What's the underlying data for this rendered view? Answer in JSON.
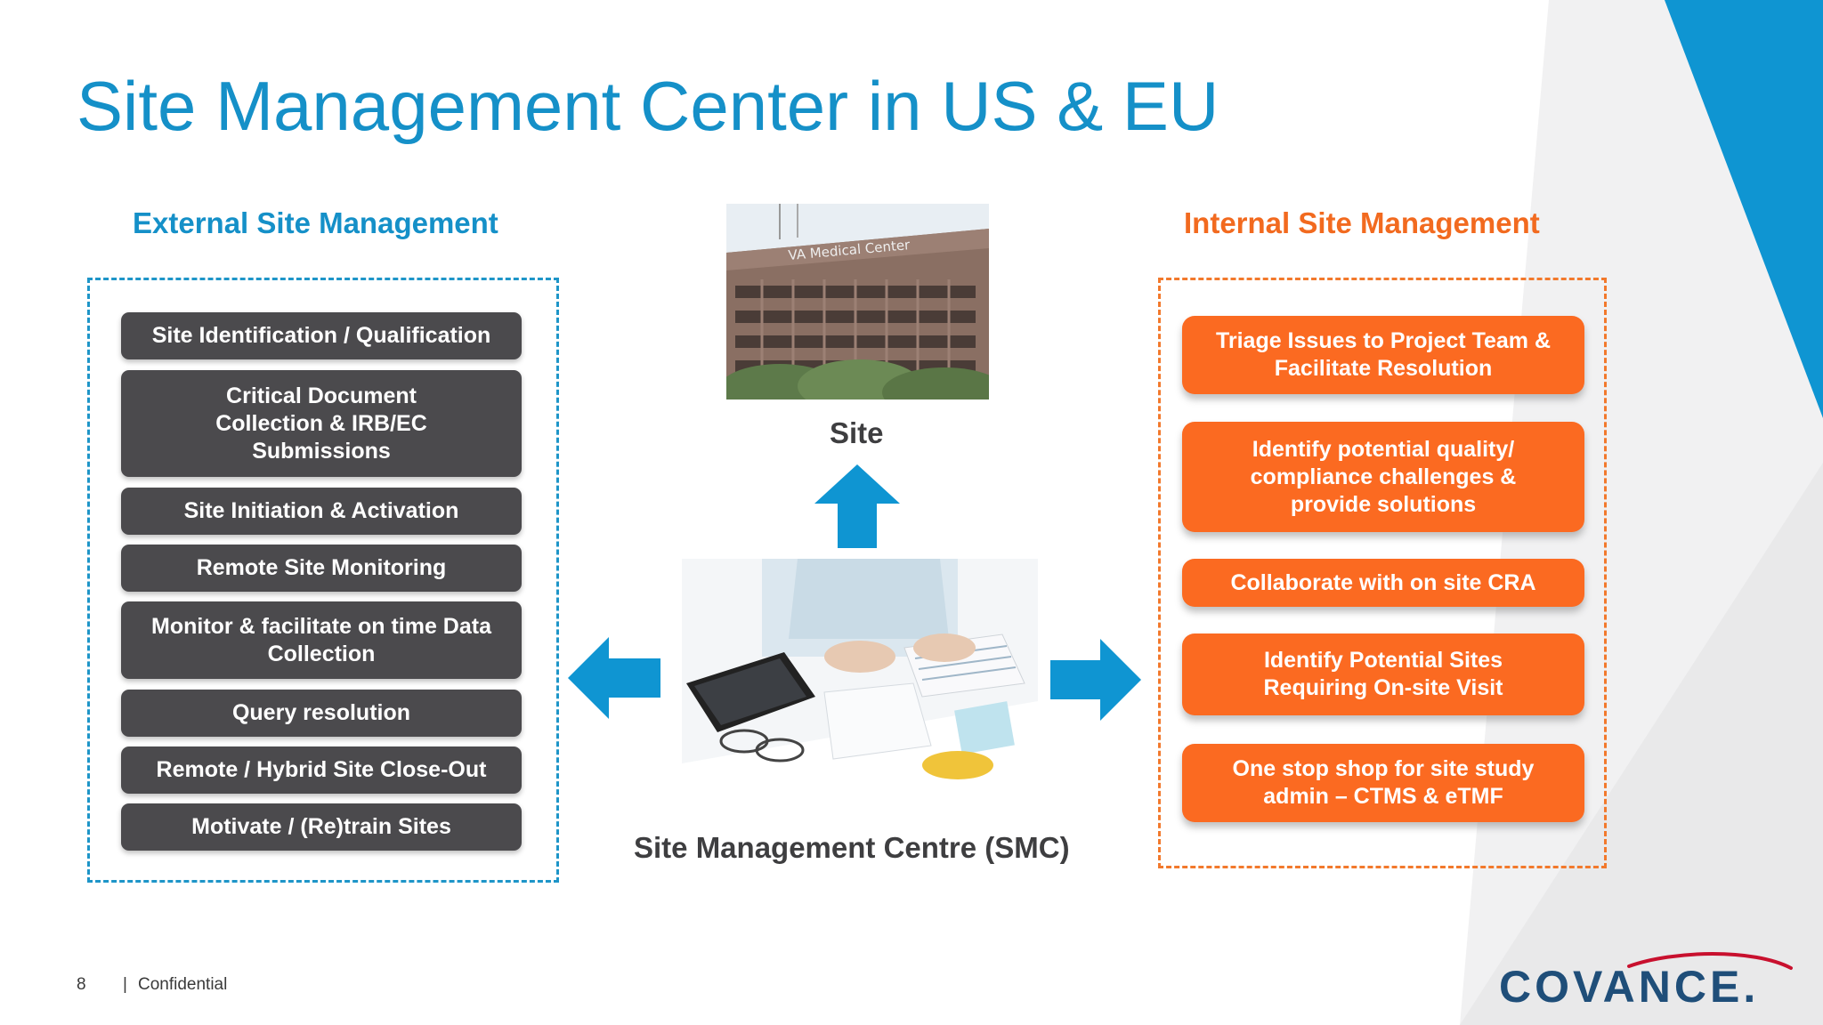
{
  "slide": {
    "title": "Site Management Center in US & EU",
    "external_heading": "External Site Management",
    "internal_heading": "Internal Site Management",
    "external_items": [
      "Site Identification / Qualification",
      "Critical Document Collection & IRB/EC Submissions",
      "Site Initiation & Activation",
      "Remote Site Monitoring",
      "Monitor & facilitate on time Data Collection",
      "Query resolution",
      "Remote / Hybrid Site Close-Out",
      "Motivate / (Re)train Sites"
    ],
    "internal_items": [
      "Triage Issues to Project Team & Facilitate Resolution",
      "Identify potential quality/ compliance challenges & provide solutions",
      "Collaborate with on site CRA",
      "Identify Potential Sites Requiring On-site Visit",
      "One stop shop for site study admin – CTMS & eTMF"
    ],
    "site_caption": "Site",
    "smc_caption": "Site Management Centre (SMC)",
    "building_sign": "VA Medical Center"
  },
  "footer": {
    "page_number": "8",
    "separator": "|",
    "confidential": "Confidential"
  },
  "logo": {
    "text": "COVANCE."
  },
  "colors": {
    "title_blue": "#1590c8",
    "orange": "#fb6a21",
    "dark_box": "#4b4a4d",
    "arrow_blue": "#0f95d2",
    "logo_navy": "#1f4e79",
    "logo_swoosh": "#c8102e"
  },
  "icons": {
    "arrows": [
      "arrow-up-icon",
      "arrow-left-icon",
      "arrow-right-icon"
    ]
  }
}
